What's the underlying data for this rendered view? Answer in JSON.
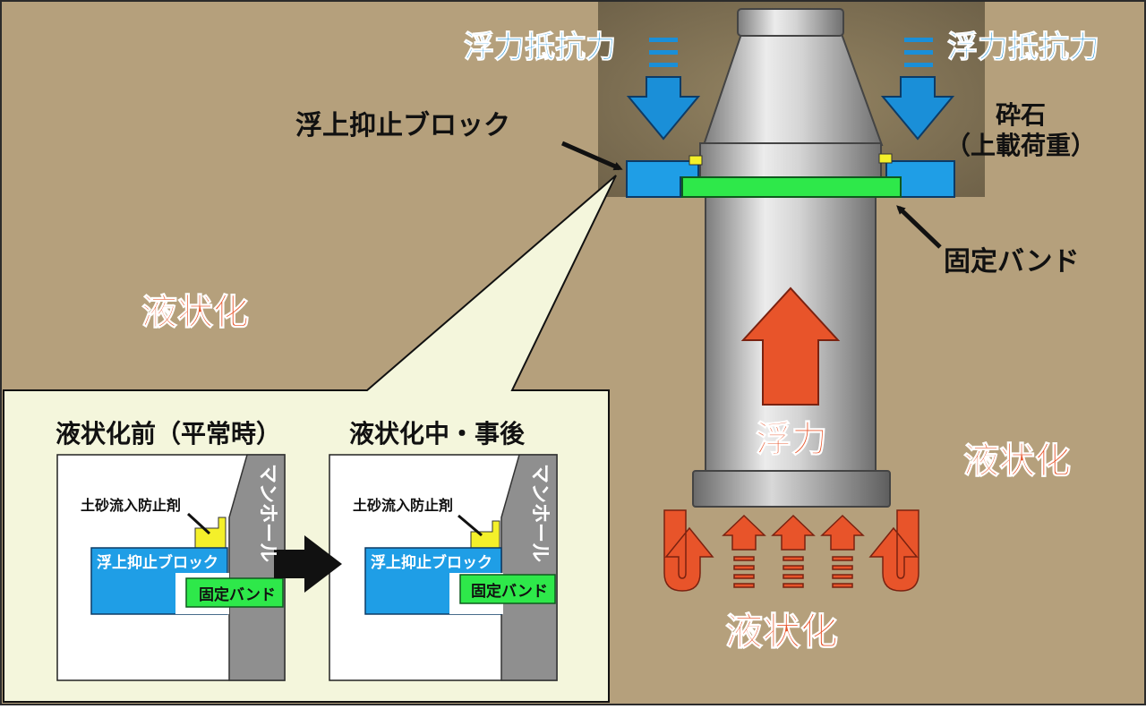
{
  "labels": {
    "buoyancy_resistance_left": "浮力抵抗力",
    "buoyancy_resistance_right": "浮力抵抗力",
    "crushed_stone_line1": "砕石",
    "crushed_stone_line2": "（上載荷重）",
    "flotation_block": "浮上抑止ブロック",
    "fixing_band": "固定バンド",
    "liquefaction_left": "液状化",
    "liquefaction_right": "液状化",
    "liquefaction_bottom": "液状化",
    "buoyancy": "浮力"
  },
  "inset": {
    "title_before": "液状化前（平常時）",
    "title_after": "液状化中・事後",
    "panel_before": {
      "manhole": "マンホール",
      "sealant": "土砂流入防止剤",
      "block": "浮上抑止ブロック",
      "band": "固定バンド"
    },
    "panel_after": {
      "manhole": "マンホール",
      "sealant": "土砂流入防止剤",
      "block": "浮上抑止ブロック",
      "band": "固定バンド"
    }
  },
  "colors": {
    "soil": "#b39f7c",
    "gravel": "#8a7a5e",
    "blue_block": "#1f9ee6",
    "green_band": "#2ee84a",
    "red_arrow": "#e8542a",
    "blue_text": "#1a8fd8",
    "inset_bg": "#f4f6dc",
    "sealant": "#f4f02a"
  }
}
